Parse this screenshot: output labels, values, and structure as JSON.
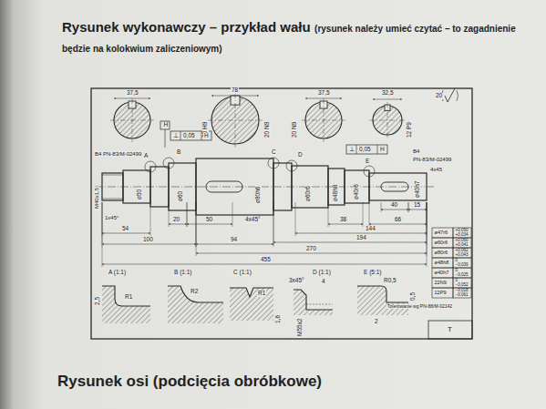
{
  "diagram": {
    "title": "Rysunek wykonawczy – przykład wału",
    "labels": [
      "(rysunek należy umieć czytać – to zagadnienie będzie na kolokwium zaliczeniowym)",
      "Rysunek osi (podcięcia obróbkowe)",
      "37,5",
      "78",
      "20 H9",
      "20 N9",
      "37,5",
      "20 N9",
      "32,5",
      "12 P9",
      "20",
      "B4 PN-83/M-02499",
      "M40x1,5",
      "1x45°",
      "H",
      "⊥",
      "0,05",
      "H",
      "⊥",
      "0,05",
      "H",
      "A",
      "B",
      "C",
      "D",
      "E",
      "ø50",
      "ø60",
      "ø80h6",
      "ø60r6",
      "ø48h8",
      "ø40r6",
      "ø40h7",
      "4x45",
      "B4",
      "PN-83/M-02499",
      "40",
      "15",
      "20",
      "50",
      "4x45°",
      "54",
      "100",
      "94",
      "270",
      "455",
      "38",
      "66",
      "144",
      "194",
      "ø47r6",
      "+0,050",
      "+0,034",
      "ø60r6",
      "+0,060",
      "+0,041",
      "ø80r6",
      "+0,062",
      "+0,043",
      "ø48h8",
      "0",
      "−0,039",
      "ø40h7",
      "0",
      "−0,025",
      "22N9",
      "0",
      "−0,052",
      "12P9",
      "−0,018",
      "−0,061",
      "Tolerowanie wg PN-88/M-02142",
      "T",
      "A (1:1)",
      "2,5",
      "R1",
      "B (1:1)",
      "R2",
      "C (1:1)",
      "R1",
      "1,6",
      "D (1:1)",
      "3x45°",
      "4",
      "M55x2",
      "E (5:1)",
      "R0,5",
      "0,5",
      "2"
    ]
  }
}
